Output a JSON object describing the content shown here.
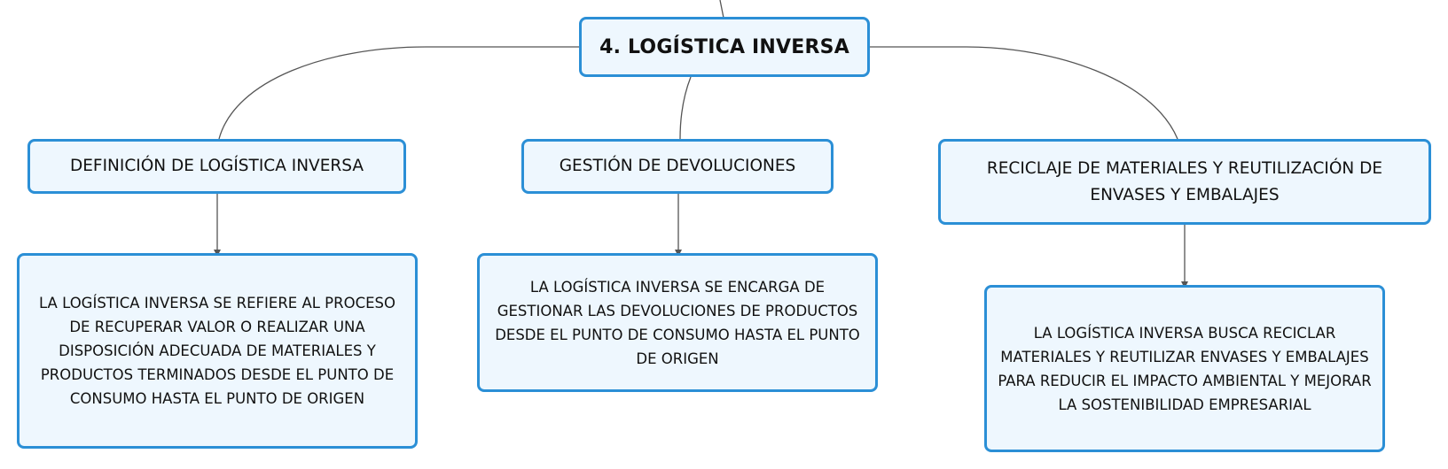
{
  "diagram": {
    "root": {
      "label": "4. LOGÍSTICA INVERSA"
    },
    "branches": [
      {
        "label": "DEFINICIÓN DE LOGÍSTICA INVERSA",
        "detail": "LA LOGÍSTICA INVERSA SE REFIERE AL PROCESO DE RECUPERAR VALOR O REALIZAR UNA DISPOSICIÓN ADECUADA DE MATERIALES Y PRODUCTOS TERMINADOS DESDE EL PUNTO DE CONSUMO HASTA EL PUNTO DE ORIGEN"
      },
      {
        "label": "GESTIÓN DE DEVOLUCIONES",
        "detail": "LA LOGÍSTICA INVERSA SE ENCARGA DE GESTIONAR LAS DEVOLUCIONES DE PRODUCTOS DESDE EL PUNTO DE CONSUMO HASTA EL PUNTO DE ORIGEN"
      },
      {
        "label": "RECICLAJE DE MATERIALES Y REUTILIZACIÓN DE ENVASES Y EMBALAJES",
        "detail": "LA LOGÍSTICA INVERSA BUSCA RECICLAR MATERIALES Y REUTILIZAR ENVASES Y EMBALAJES PARA REDUCIR EL IMPACTO AMBIENTAL Y MEJORAR LA SOSTENIBILIDAD EMPRESARIAL"
      }
    ],
    "colors": {
      "node_border": "#2b8fd6",
      "node_fill": "#eef7fe",
      "connector": "#555555",
      "text": "#111111"
    }
  }
}
